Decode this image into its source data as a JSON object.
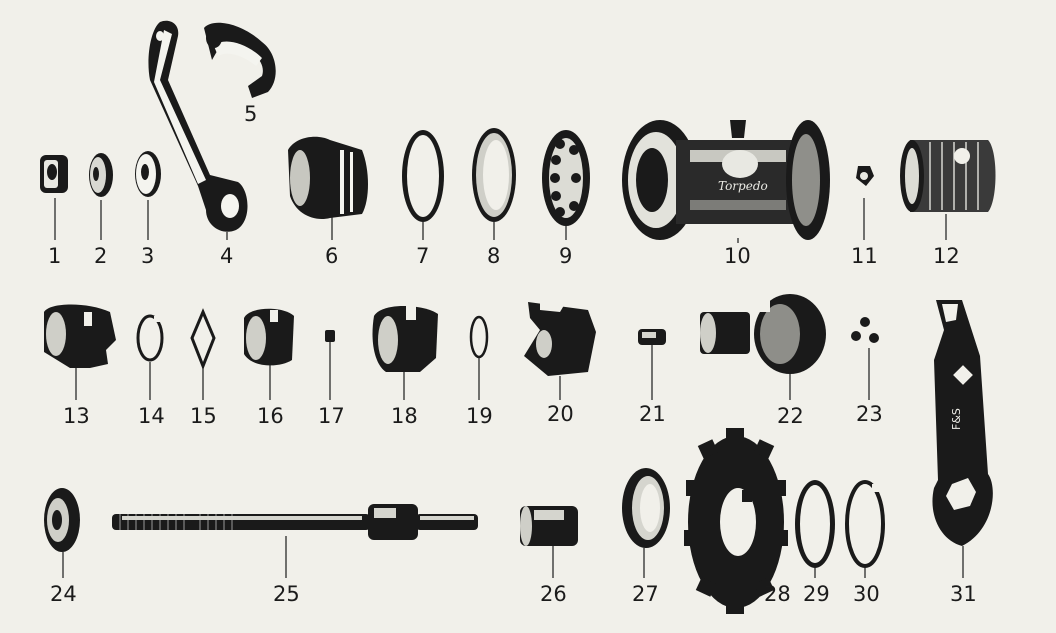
{
  "callouts": {
    "p1": "1",
    "p2": "2",
    "p3": "3",
    "p4": "4",
    "p5": "5",
    "p6": "6",
    "p7": "7",
    "p8": "8",
    "p9": "9",
    "p10": "10",
    "p11": "11",
    "p12": "12",
    "p13": "13",
    "p14": "14",
    "p15": "15",
    "p16": "16",
    "p17": "17",
    "p18": "18",
    "p19": "19",
    "p20": "20",
    "p21": "21",
    "p22": "22",
    "p23": "23",
    "p24": "24",
    "p25": "25",
    "p26": "26",
    "p27": "27",
    "p28": "28",
    "p29": "29",
    "p30": "30",
    "p31": "31"
  },
  "engravings": {
    "wrench_mark": "F&S",
    "hub_brand": "Torpedo"
  },
  "colors": {
    "paper": "#f1f0ea",
    "ink": "#1a1a1a",
    "metal_mid": "#9a9a9a"
  }
}
